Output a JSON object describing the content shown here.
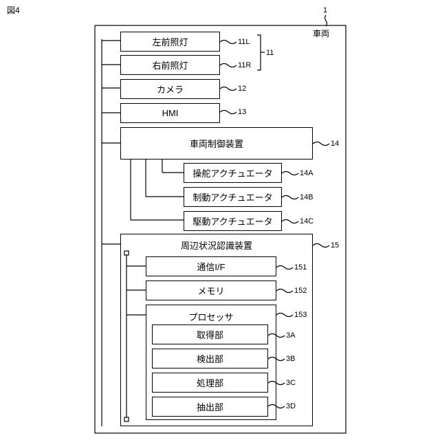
{
  "figure_label": "図4",
  "vehicle": {
    "ref": "1",
    "name": "車両"
  },
  "boxes": {
    "left_light": {
      "text": "左前照灯",
      "ref": "11L"
    },
    "right_light": {
      "text": "右前照灯",
      "ref": "11R"
    },
    "lights_group_ref": "11",
    "camera": {
      "text": "カメラ",
      "ref": "12"
    },
    "hmi": {
      "text": "HMI",
      "ref": "13"
    },
    "vcd": {
      "text": "車両制御装置",
      "ref": "14"
    },
    "steer": {
      "text": "操舵アクチュエータ",
      "ref": "14A"
    },
    "brake": {
      "text": "制動アクチュエータ",
      "ref": "14B"
    },
    "drive": {
      "text": "駆動アクチュエータ",
      "ref": "14C"
    },
    "perception": {
      "text": "周辺状況認識装置",
      "ref": "15"
    },
    "comm": {
      "text": "通信I/F",
      "ref": "151"
    },
    "memory": {
      "text": "メモリ",
      "ref": "152"
    },
    "processor": {
      "text": "プロセッサ",
      "ref": "153"
    },
    "acquire": {
      "text": "取得部",
      "ref": "3A"
    },
    "detect": {
      "text": "検出部",
      "ref": "3B"
    },
    "process": {
      "text": "処理部",
      "ref": "3C"
    },
    "extract": {
      "text": "抽出部",
      "ref": "3D"
    }
  }
}
